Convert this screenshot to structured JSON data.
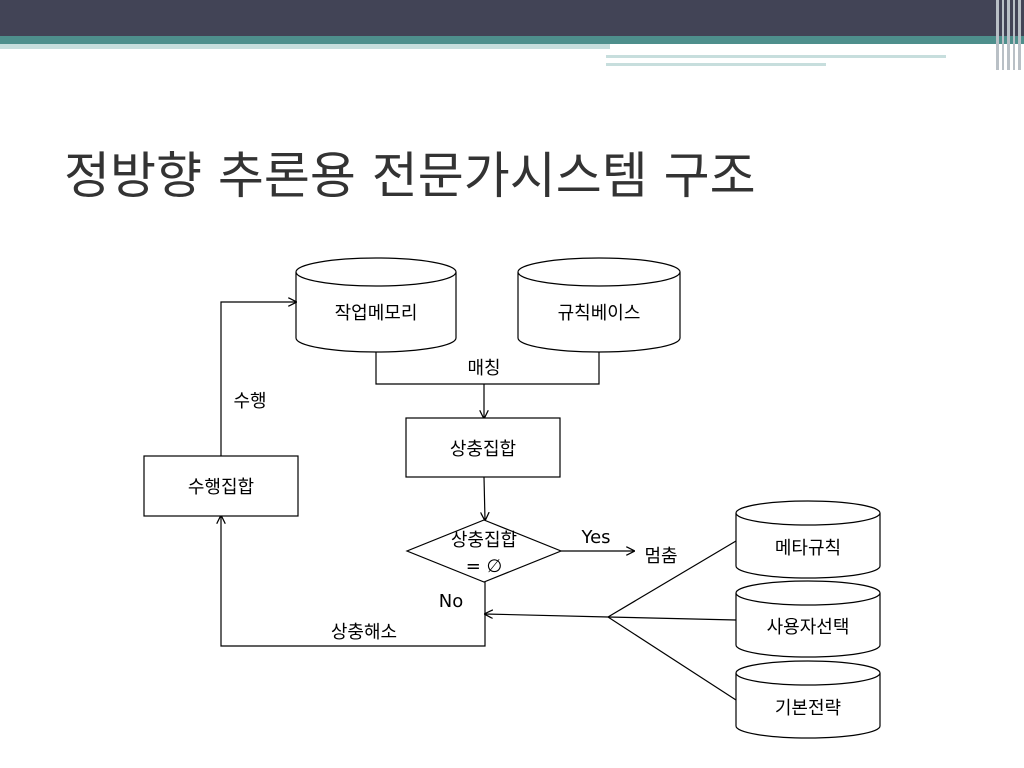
{
  "title": "정방향 추론용 전문가시스템 구조",
  "nodes": {
    "working_memory": "작업메모리",
    "rule_base": "규칙베이스",
    "conflict_set": "상충집합",
    "execution_set": "수행집합",
    "decision_line1": "상충집합",
    "decision_line2": "= ∅",
    "meta_rules": "메타규칙",
    "user_selection": "사용자선택",
    "default_strategy": "기본전략"
  },
  "edges": {
    "matching": "매칭",
    "execute": "수행",
    "yes": "Yes",
    "stop": "멈춤",
    "no": "No",
    "conflict_resolution": "상충해소"
  },
  "colors": {
    "top_band": "#424456",
    "teal_band": "#4e8f8c",
    "pale_band": "#c7dedd",
    "title_text": "#333333",
    "stroke": "#000000"
  }
}
